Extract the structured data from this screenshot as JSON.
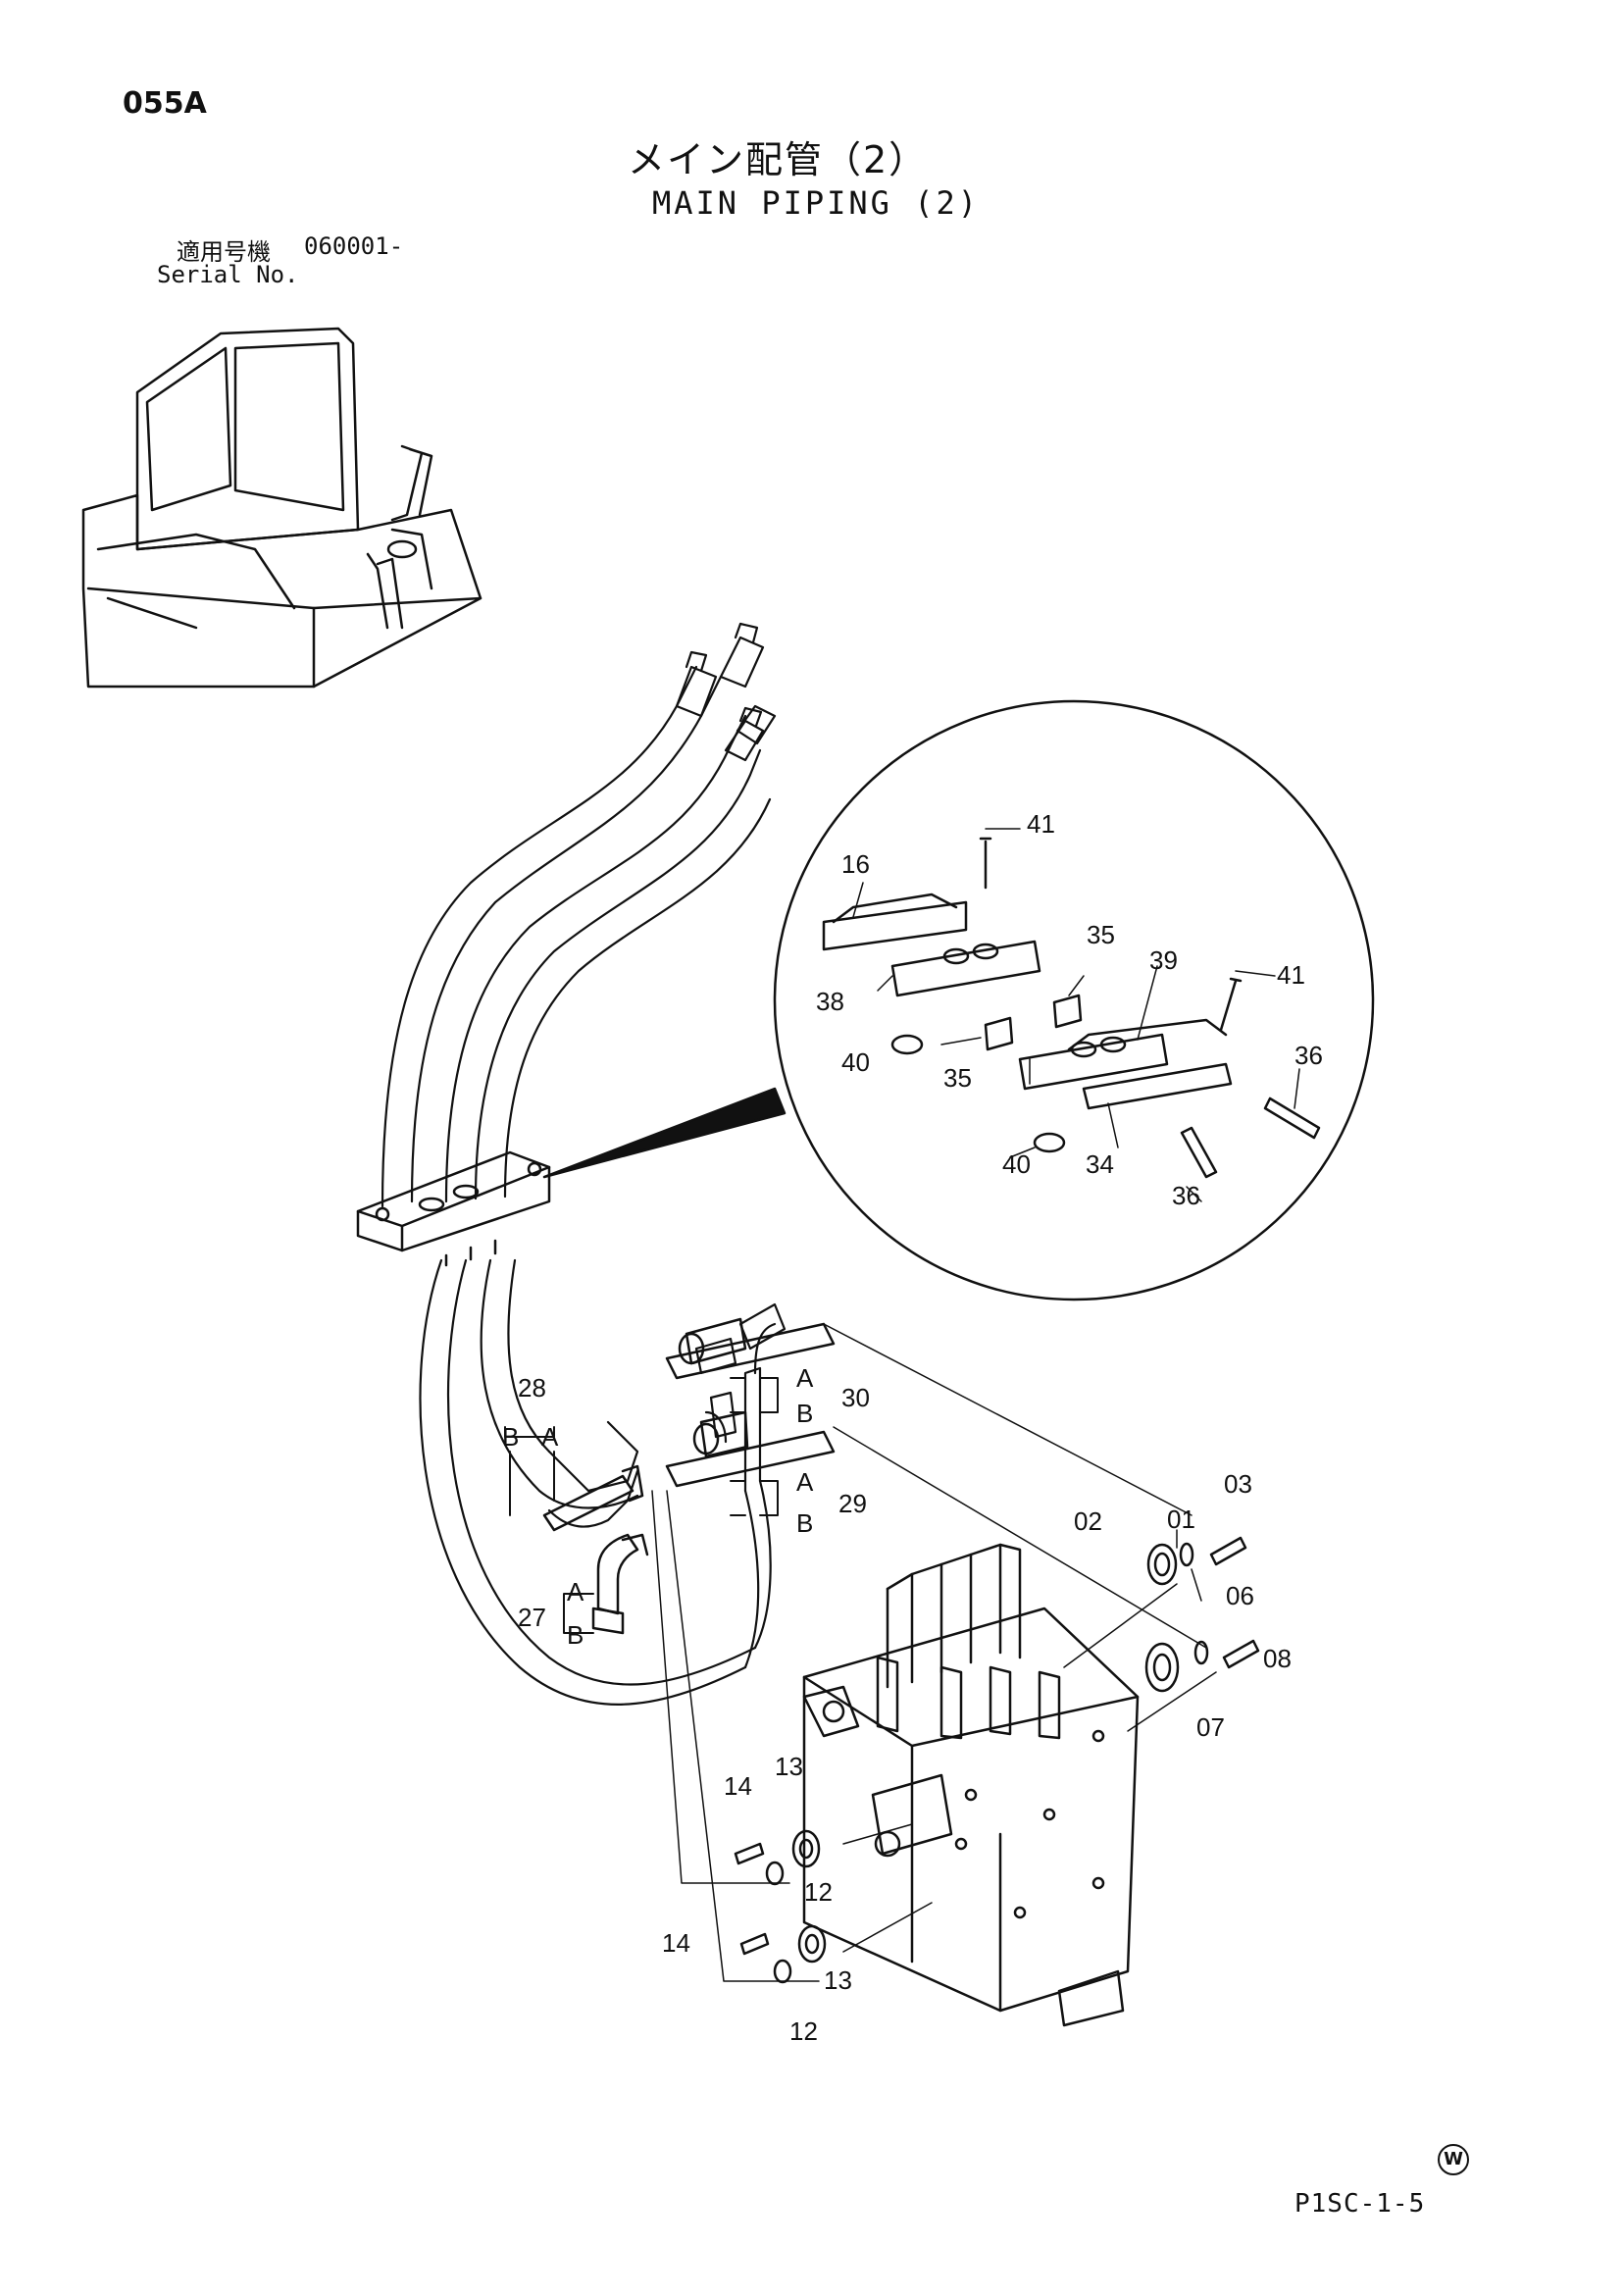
{
  "header": {
    "page_code": "055A",
    "title_jp": "メイン配管（2）",
    "title_en": "MAIN PIPING (2)",
    "serial_label_jp": "適用号機",
    "serial_value": "060001-",
    "serial_label_en": "Serial No."
  },
  "callouts": {
    "c01": "01",
    "c02": "02",
    "c03": "03",
    "c06": "06",
    "c07": "07",
    "c08": "08",
    "c12a": "12",
    "c12b": "12",
    "c13a": "13",
    "c13b": "13",
    "c14a": "14",
    "c14b": "14",
    "c16": "16",
    "c27": "27",
    "c28": "28",
    "c29": "29",
    "c30": "30",
    "c34": "34",
    "c35a": "35",
    "c35b": "35",
    "c36a": "36",
    "c36b": "36",
    "c38": "38",
    "c39": "39",
    "c40a": "40",
    "c40b": "40",
    "c41a": "41",
    "c41b": "41"
  },
  "hose_ends": {
    "a": "A",
    "b": "B"
  },
  "footer": {
    "mark": "W",
    "ref_code": "P1SC-1-5"
  }
}
